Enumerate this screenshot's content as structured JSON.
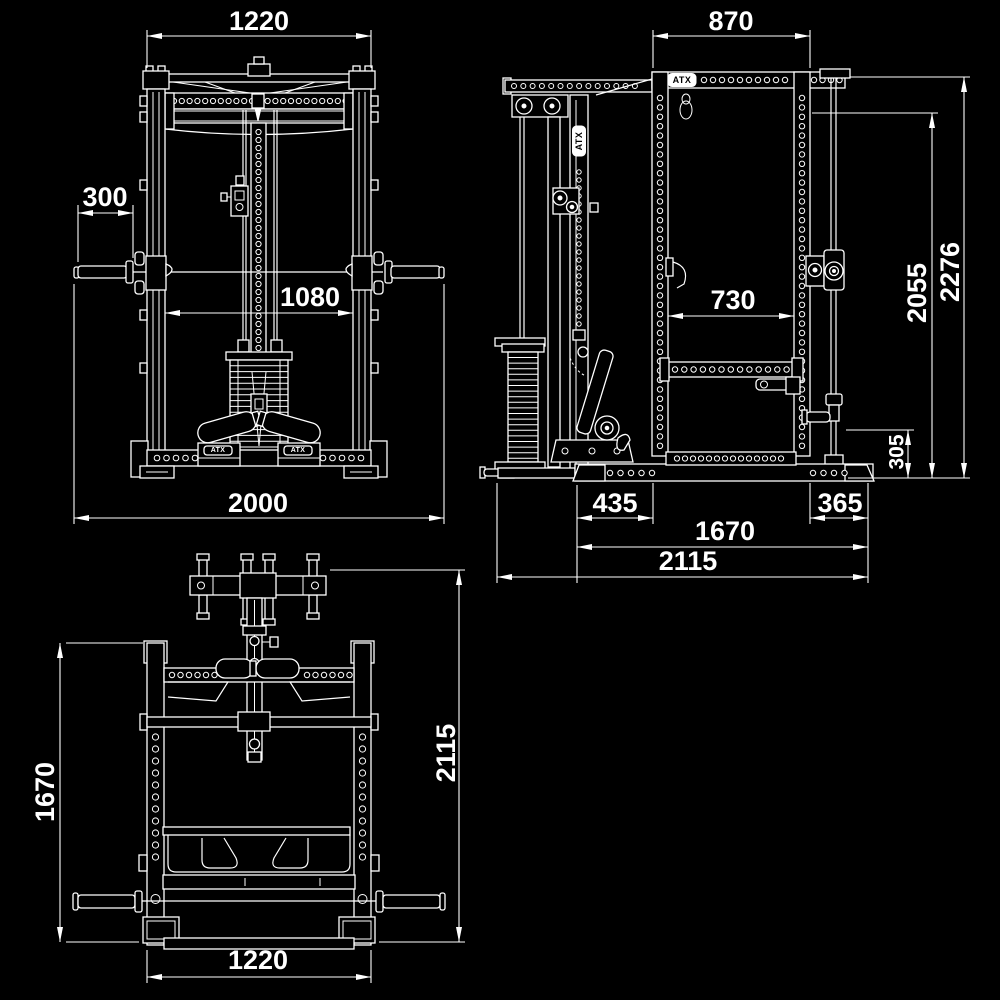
{
  "brand": "ATX",
  "colors": {
    "background": "#000000",
    "line": "#ffffff"
  },
  "views": {
    "front": {
      "dims": {
        "top_width": "1220",
        "sleeve_length": "300",
        "inner_width": "1080",
        "overall_width": "2000"
      }
    },
    "side": {
      "dims": {
        "top_depth": "870",
        "inner_depth": "730",
        "rack_height": "2055",
        "overall_height": "2276",
        "base_height": "305",
        "front_foot_depth": "435",
        "rear_foot_depth": "365",
        "frame_depth": "1670",
        "overall_depth": "2115"
      }
    },
    "plan": {
      "dims": {
        "frame_depth": "1670",
        "overall_depth": "2115",
        "width": "1220"
      }
    }
  }
}
